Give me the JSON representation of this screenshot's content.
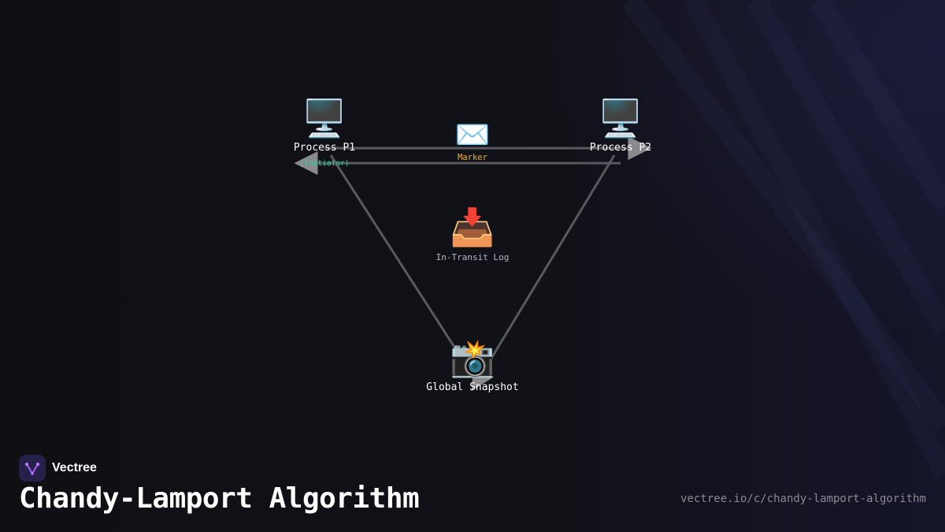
{
  "diagram": {
    "nodes": {
      "p1": {
        "icon": "🖥️",
        "icon_name": "desktop-computer-icon",
        "label": "Process P1",
        "sublabel": "(Initiator)"
      },
      "p2": {
        "icon": "🖥️",
        "icon_name": "desktop-computer-icon",
        "label": "Process P2"
      },
      "snapshot": {
        "icon": "📸",
        "icon_name": "camera-flash-icon",
        "label": "Global Snapshot"
      },
      "marker": {
        "icon": "✉️",
        "icon_name": "envelope-icon",
        "label": "Marker"
      },
      "log": {
        "icon": "📥",
        "icon_name": "inbox-tray-icon",
        "label": "In-Transit Log"
      }
    },
    "edges": [
      {
        "from": "p1",
        "to": "p2",
        "directed": true
      },
      {
        "from": "p2",
        "to": "p1",
        "directed": true
      },
      {
        "from": "p1",
        "to": "snapshot",
        "directed": false
      },
      {
        "from": "p2",
        "to": "snapshot",
        "directed": true
      }
    ],
    "colors": {
      "edge": "#5a5a5e",
      "initiator": "#2fd3a0",
      "marker": "#f0b429",
      "log_label": "#b8b8c4"
    }
  },
  "footer": {
    "brand": "Vectree",
    "title": "Chandy-Lamport Algorithm",
    "url": "vectree.io/c/chandy-lamport-algorithm"
  }
}
